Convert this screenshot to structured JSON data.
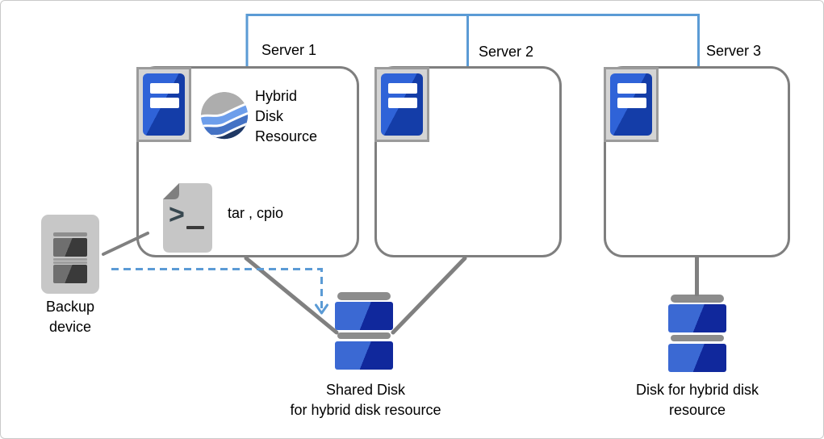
{
  "diagram": {
    "type": "cluster-architecture-diagram",
    "background": "#FFFFFF",
    "border_color": "#C9C9C9"
  },
  "colors": {
    "interconnect_blue": "#5B9BD5",
    "connector_gray": "#808080",
    "box_border_gray": "#7F7F7F",
    "server_blue_light": "#2F63D8",
    "server_blue_dark": "#143DA8",
    "disk_blue_light": "#3B69D3",
    "disk_blue_dark": "#10289C",
    "disk_cap_gray": "#8C8C8C",
    "icon_frame_fill": "#D4D4D4",
    "wave_gray": "#ADADAD",
    "wave_light_blue": "#6D9EEB",
    "wave_mid_blue": "#4472C4",
    "wave_navy": "#1F3864",
    "file_icon_gray": "#C6C6C6",
    "backup_device_gray": "#C7C7C7"
  },
  "servers": [
    {
      "label": "Server 1",
      "icon": "server-icon"
    },
    {
      "label": "Server 2",
      "icon": "server-icon"
    },
    {
      "label": "Server 3",
      "icon": "server-icon"
    }
  ],
  "server1_contents": {
    "hybrid_resource": {
      "icon": "hybrid-disk-wave-icon",
      "lines": [
        "Hybrid",
        "Disk",
        "Resource"
      ]
    },
    "backup_tools": {
      "icon": "shell-script-file-icon",
      "label": "tar , cpio"
    }
  },
  "backup_device": {
    "icon": "backup-tape-device-icon",
    "lines": [
      "Backup",
      "device"
    ]
  },
  "shared_disk": {
    "icon": "stacked-disk-icon",
    "lines": [
      "Shared Disk",
      "for hybrid disk resource"
    ]
  },
  "hybrid_disk": {
    "icon": "stacked-disk-icon",
    "lines": [
      "Disk for hybrid disk",
      "resource"
    ]
  },
  "connections": {
    "interconnect": "blue-lan-interconnect",
    "dashed_arrow": "backup-to-shared-disk-dashed-arrow",
    "gray_links": [
      "backup-to-server1",
      "server1-to-shared-disk",
      "server2-to-shared-disk",
      "server3-to-hybrid-disk"
    ]
  }
}
